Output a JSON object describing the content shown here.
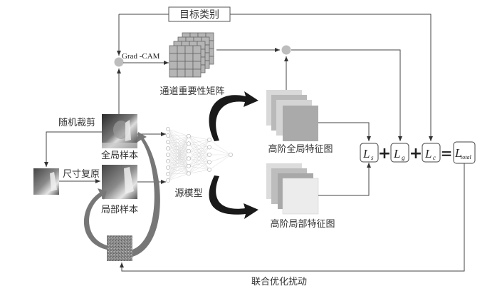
{
  "labels": {
    "target_class": "目标类别",
    "grad_cam": "Grad -CAM",
    "channel_importance": "通道重要性矩阵",
    "random_crop": "随机裁剪",
    "global_sample": "全局样本",
    "resize_restore": "尺寸复原",
    "local_sample": "局部样本",
    "source_model": "源模型",
    "high_global_feature": "高阶全局特征图",
    "high_local_feature": "高阶局部特征图",
    "joint_opt_perturb": "联合优化扰动"
  },
  "loss": {
    "ls": {
      "main": "L",
      "sub": "s"
    },
    "lg": {
      "main": "L",
      "sub": "g"
    },
    "lc": {
      "main": "L",
      "sub": "c"
    },
    "ltotal": {
      "main": "L",
      "sub": "total"
    },
    "plus": "+",
    "equals": "="
  },
  "network": {
    "layers": [
      9,
      6,
      5,
      1
    ]
  }
}
